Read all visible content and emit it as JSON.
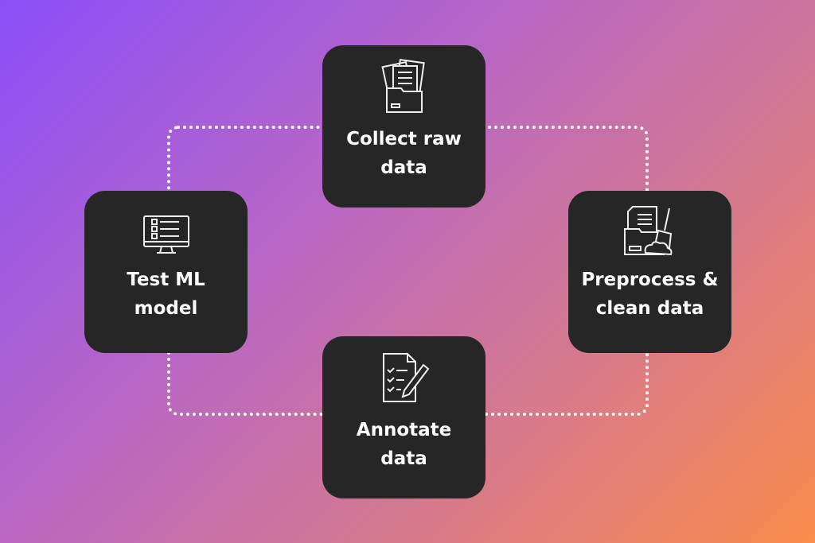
{
  "steps": [
    {
      "label": "Collect raw data",
      "icon": "folder-documents-icon"
    },
    {
      "label": "Preprocess & clean data",
      "icon": "folder-broom-icon"
    },
    {
      "label": "Annotate data",
      "icon": "checklist-pen-icon"
    },
    {
      "label": "Test ML model",
      "icon": "monitor-checklist-icon"
    }
  ],
  "colors": {
    "card": "#262626",
    "gradient_start": "#8a4ff9",
    "gradient_end": "#fb8c4b",
    "connector": "#ffffff"
  }
}
